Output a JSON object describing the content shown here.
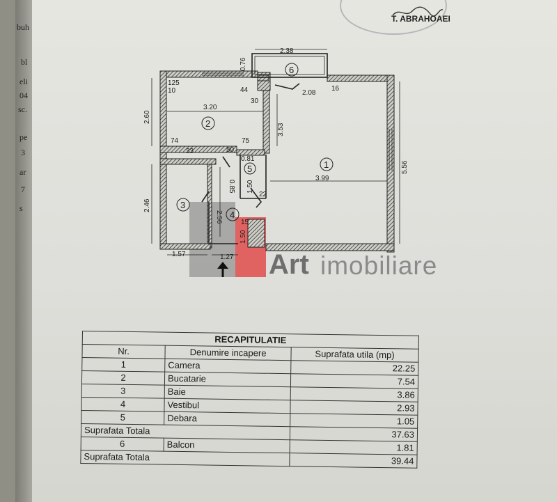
{
  "page": {
    "edge_text": [
      "buh",
      "bl",
      "eli",
      "04",
      "sc.",
      "pe",
      "3",
      "ar",
      "7",
      "s"
    ],
    "signature_name": "T. ABRAHOAEI"
  },
  "watermark": {
    "brand": "Art",
    "suffix": "imobiliare"
  },
  "plan": {
    "dimensions": [
      "2.38",
      "0.76",
      "2.08",
      "16",
      "125",
      "10",
      "44",
      "30",
      "3.20",
      "2.60",
      "3.53",
      "74",
      "33",
      "75",
      "50",
      "0.81",
      "5.56",
      "3.99",
      "2.46",
      "0.85",
      "2.56",
      "1.50",
      "22",
      "15",
      "1.50",
      "1.57",
      "1.27"
    ],
    "rooms": [
      "1",
      "2",
      "3",
      "4",
      "5",
      "6"
    ]
  },
  "recap": {
    "title": "RECAPITULATIE",
    "headers": [
      "Nr.",
      "Denumire incapere",
      "Suprafata utila (mp)"
    ],
    "rows": [
      {
        "nr": "1",
        "name": "Camera",
        "area": "22.25"
      },
      {
        "nr": "2",
        "name": "Bucatarie",
        "area": "7.54"
      },
      {
        "nr": "3",
        "name": "Baie",
        "area": "3.86"
      },
      {
        "nr": "4",
        "name": "Vestibul",
        "area": "2.93"
      },
      {
        "nr": "5",
        "name": "Debara",
        "area": "1.05"
      }
    ],
    "total1_label": "Suprafata Totala",
    "total1_value": "37.63",
    "balcony": {
      "nr": "6",
      "name": "Balcon",
      "area": "1.81"
    },
    "total2_label": "Suprafata Totala",
    "total2_value": "39.44"
  }
}
